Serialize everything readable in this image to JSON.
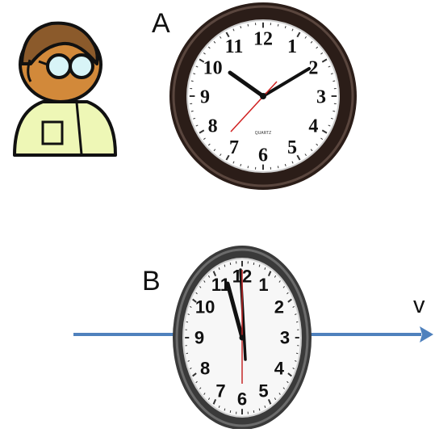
{
  "labels": {
    "clock_a": "A",
    "clock_b": "B",
    "velocity": "v"
  },
  "clock_a": {
    "numerals": [
      "12",
      "1",
      "2",
      "3",
      "4",
      "5",
      "6",
      "7",
      "8",
      "9",
      "10",
      "11"
    ],
    "brand": "QUARTZ",
    "frame_color": "#2b1d18",
    "face_color": "#ffffff",
    "second_hand_color": "#d02020"
  },
  "clock_b": {
    "numerals": [
      "12",
      "1",
      "2",
      "3",
      "4",
      "5",
      "6",
      "7",
      "8",
      "9",
      "10",
      "11"
    ],
    "frame_color": "#3a3a3a",
    "face_color": "#f7f7f7",
    "second_hand_color": "#c62828"
  },
  "observer": {
    "hair_color": "#8b5a2b",
    "skin_color": "#d2893a",
    "coat_color": "#eef7b6"
  },
  "motion": {
    "line_color": "#4f81bd"
  }
}
